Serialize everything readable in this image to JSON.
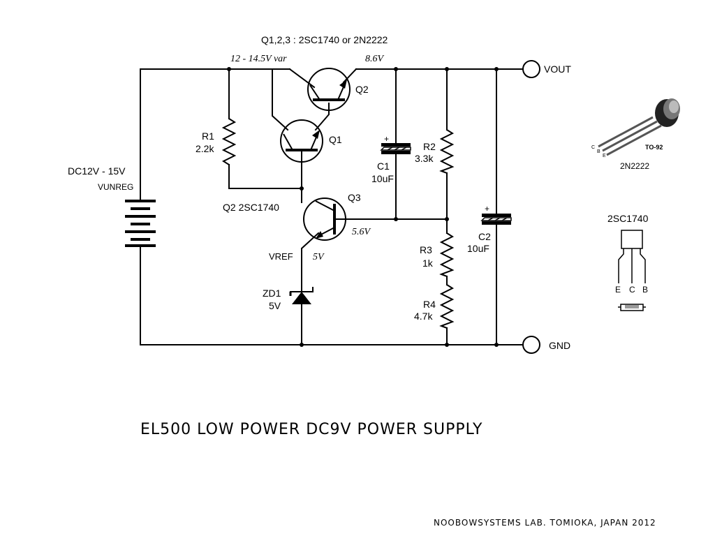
{
  "diagram": {
    "header_note": "Q1,2,3 : 2SC1740 or 2N2222",
    "voltages": {
      "input_rail": "12 - 14.5V var",
      "output_rail": "8.6V",
      "q3_base": "5.6V",
      "vref": "5V"
    },
    "terminals": {
      "vout": "VOUT",
      "gnd": "GND"
    },
    "supply": {
      "range": "DC12V - 15V",
      "label": "VUNREG"
    },
    "components": {
      "r1": {
        "name": "R1",
        "value": "2.2k"
      },
      "r2": {
        "name": "R2",
        "value": "3.3k"
      },
      "r3": {
        "name": "R3",
        "value": "1k"
      },
      "r4": {
        "name": "R4",
        "value": "4.7k"
      },
      "c1": {
        "name": "C1",
        "value": "10uF",
        "polarity": "+"
      },
      "c2": {
        "name": "C2",
        "value": "10uF",
        "polarity": "+"
      },
      "q1": {
        "name": "Q1"
      },
      "q2": {
        "name": "Q2"
      },
      "q3": {
        "name": "Q3",
        "note": "Q2 2SC1740"
      },
      "zd1": {
        "name": "ZD1",
        "value": "5V"
      },
      "vref_label": "VREF"
    },
    "packages": {
      "to92": {
        "package": "TO-92",
        "part": "2N2222",
        "pins": [
          "C",
          "B",
          "E"
        ]
      },
      "sc1740": {
        "part": "2SC1740",
        "pins": [
          "E",
          "C",
          "B"
        ]
      }
    },
    "title": "EL500 LOW POWER DC9V POWER SUPPLY",
    "credit": "NOOBOWSYSTEMS LAB. TOMIOKA, JAPAN 2012"
  }
}
